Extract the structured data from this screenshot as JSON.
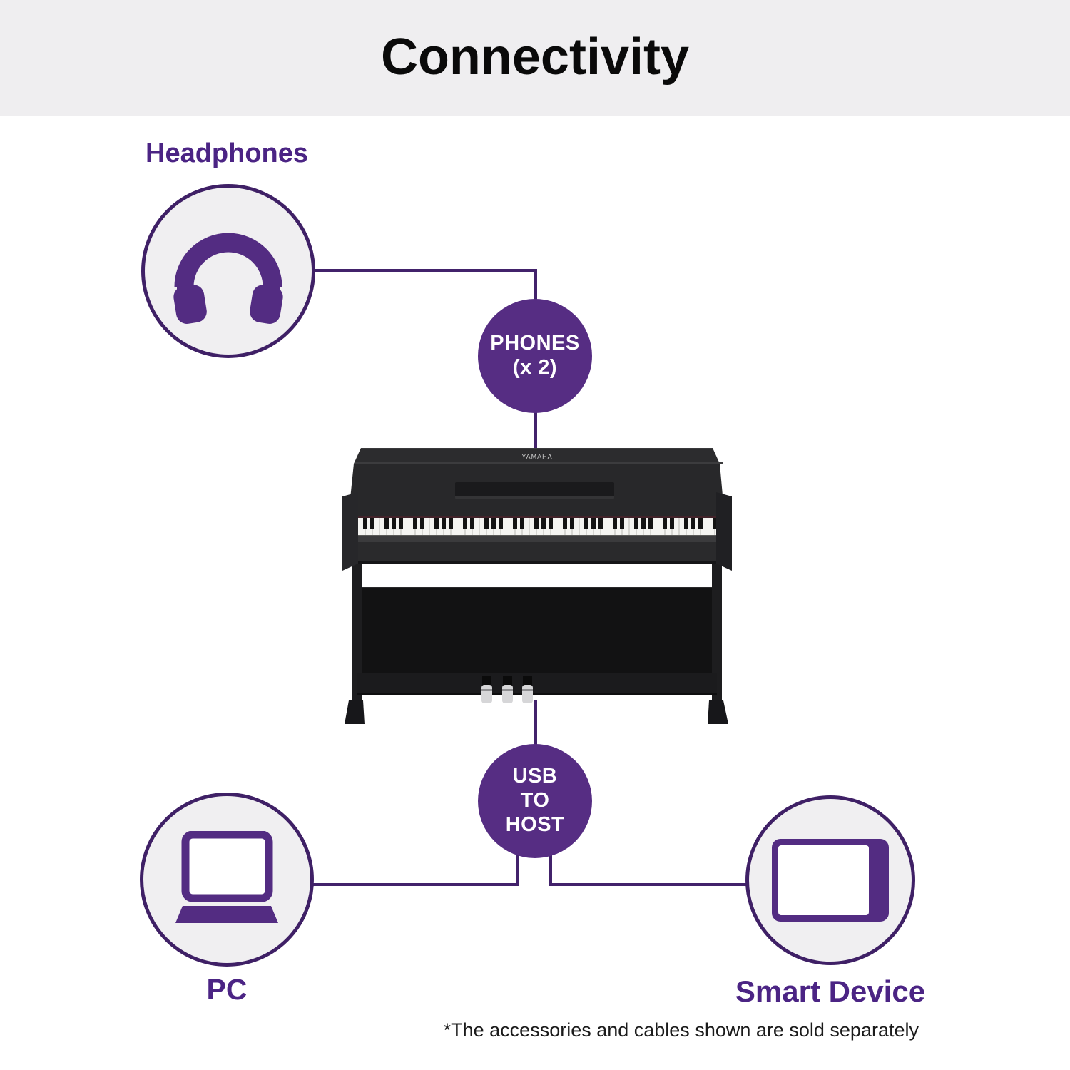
{
  "title": "Connectivity",
  "footnote": "*The accessories and cables shown are sold separately",
  "piano": {
    "brand": "YAMAHA"
  },
  "nodes": {
    "headphones": {
      "label": "Headphones",
      "icon": "headphones-icon"
    },
    "phones_jack": {
      "line1": "PHONES",
      "line2": "(x 2)"
    },
    "usb_to_host": {
      "line1": "USB",
      "line2": "TO",
      "line3": "HOST"
    },
    "pc": {
      "label": "PC",
      "icon": "laptop-icon"
    },
    "smart_device": {
      "label": "Smart Device",
      "icon": "tablet-icon"
    }
  },
  "colors": {
    "accent_purple_fill": "#562D83",
    "connector_purple": "#42226B",
    "label_purple": "#4B2484",
    "node_fill_gray": "#F0EFF1",
    "header_gray": "#EFEEF0",
    "title_black": "#0A0A0A",
    "text_on_purple": "#FFFFFF"
  }
}
